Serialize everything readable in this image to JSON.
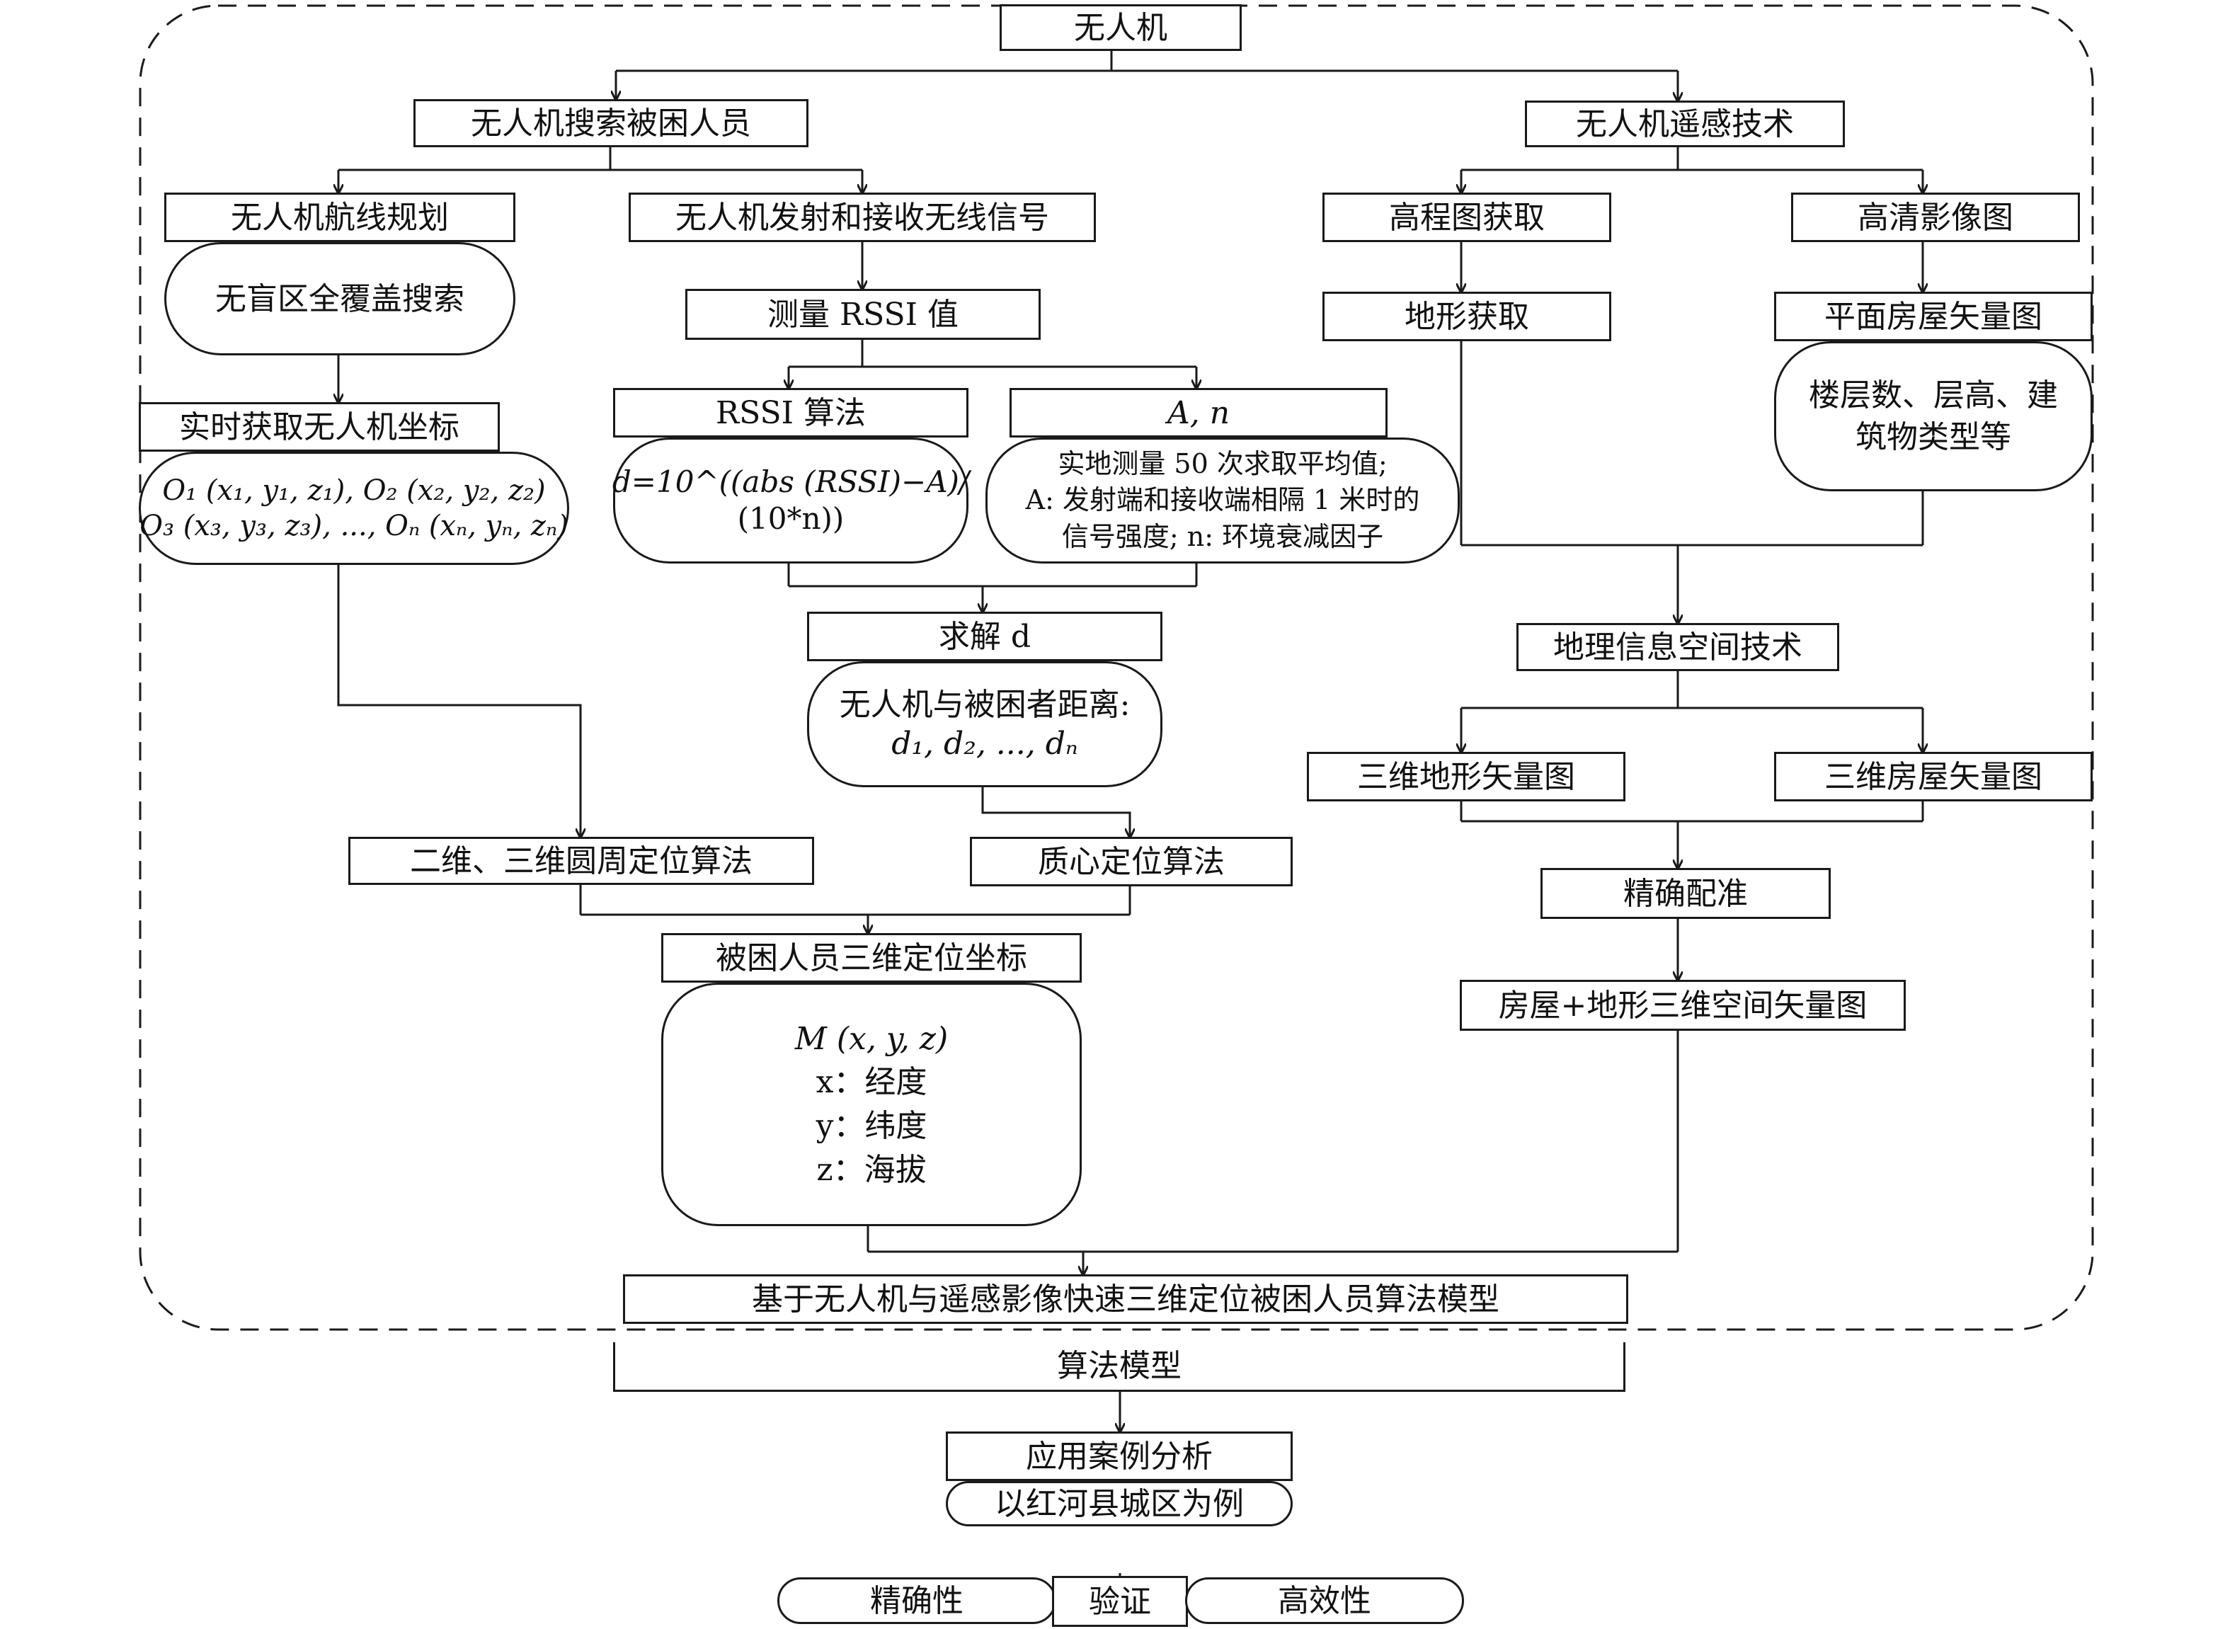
{
  "top": "无人机",
  "branches": {
    "search": "无人机搜索被困人员",
    "remote": "无人机遥感技术"
  },
  "search": {
    "route_plan": "无人机航线规划",
    "blind_search": "无盲区全覆盖搜索",
    "realtime_coords": "实时获取无人机坐标",
    "coords_line1": "O₁ (x₁, y₁, z₁), O₂ (x₂, y₂, z₂)",
    "coords_line2": "O₃ (x₃, y₃, z₃), ..., Oₙ (xₙ, yₙ, zₙ)",
    "signal": "无人机发射和接收无线信号",
    "rssi_measure": "测量 RSSI 值",
    "rssi_algo": "RSSI 算法",
    "formula_line1": "d=10^((abs (RSSI)−A)/",
    "formula_line2": "(10*n))",
    "an_title": "A, n",
    "an_line1": "实地测量 50 次求取平均值;",
    "an_line2": "A: 发射端和接收端相隔 1 米时的",
    "an_line3": "信号强度; n: 环境衰减因子",
    "solve_d": "求解 d",
    "distance_line1": "无人机与被困者距离:",
    "distance_line2": "d₁, d₂, ..., dₙ",
    "circle_algo": "二维、三维圆周定位算法",
    "centroid_algo": "质心定位算法",
    "coords3d": "被困人员三维定位坐标",
    "m_line1": "M (x, y, z)",
    "m_line2": "x：经度",
    "m_line3": "y：纬度",
    "m_line4": "z：海拔"
  },
  "remote": {
    "elevation": "高程图获取",
    "hd_image": "高清影像图",
    "terrain": "地形获取",
    "house_vector": "平面房屋矢量图",
    "house_attr_line1": "楼层数、层高、建",
    "house_attr_line2": "筑物类型等",
    "gis": "地理信息空间技术",
    "terrain3d": "三维地形矢量图",
    "house3d": "三维房屋矢量图",
    "registration": "精确配准",
    "combined3d": "房屋+地形三维空间矢量图"
  },
  "model": "基于无人机与遥感影像快速三维定位被困人员算法模型",
  "algo_model": "算法模型",
  "case_analysis": "应用案例分析",
  "case_example": "以红河县城区为例",
  "accuracy": "精确性",
  "verify": "验证",
  "efficiency": "高效性"
}
